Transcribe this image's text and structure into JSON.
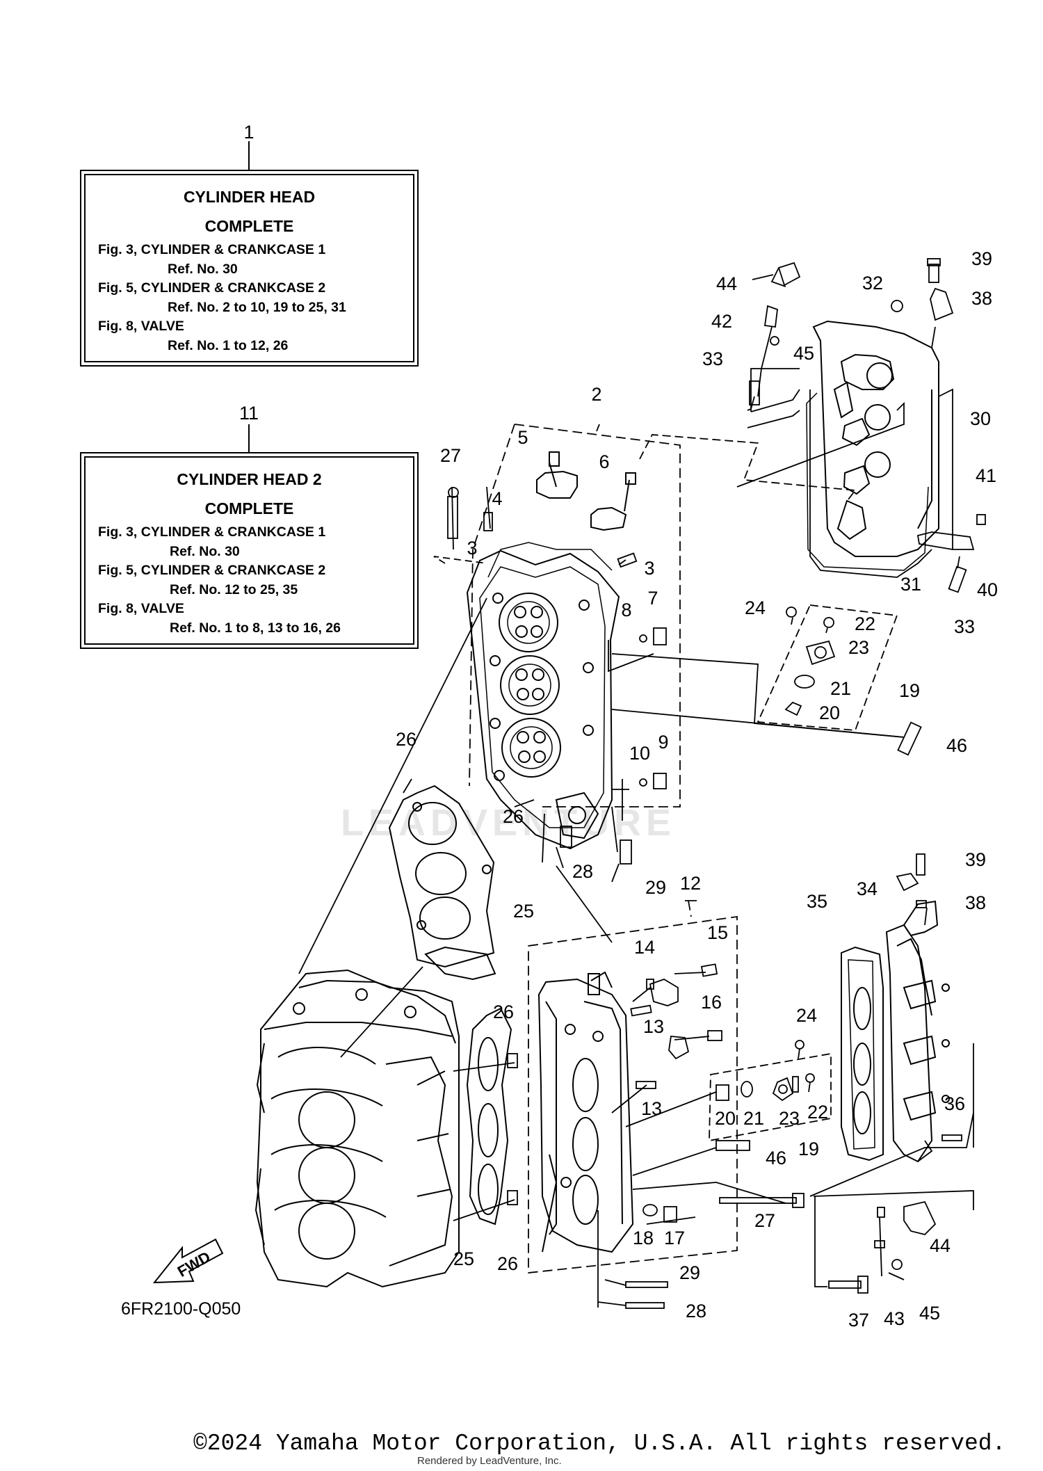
{
  "info_boxes": [
    {
      "ref": "1",
      "title_line1": "CYLINDER HEAD",
      "title_line2": "COMPLETE",
      "lines": [
        "Fig. 3, CYLINDER & CRANKCASE 1",
        "Ref. No. 30",
        "Fig. 5, CYLINDER & CRANKCASE 2",
        "Ref. No. 2 to 10, 19 to 25, 31",
        "Fig. 8, VALVE",
        "Ref. No. 1 to 12, 26"
      ]
    },
    {
      "ref": "11",
      "title_line1": "CYLINDER HEAD 2",
      "title_line2": "COMPLETE",
      "lines": [
        "Fig. 3, CYLINDER & CRANKCASE 1",
        "Ref. No. 30",
        "Fig. 5, CYLINDER & CRANKCASE 2",
        "Ref. No. 12 to 25, 35",
        "Fig. 8, VALVE",
        "Ref. No. 1 to 8, 13 to 16, 26"
      ]
    }
  ],
  "callouts": [
    "2",
    "3",
    "3",
    "4",
    "5",
    "6",
    "7",
    "8",
    "9",
    "10",
    "12",
    "13",
    "13",
    "14",
    "15",
    "16",
    "17",
    "18",
    "19",
    "19",
    "20",
    "20",
    "21",
    "21",
    "22",
    "22",
    "23",
    "23",
    "24",
    "24",
    "25",
    "25",
    "26",
    "26",
    "26",
    "26",
    "27",
    "27",
    "28",
    "28",
    "29",
    "29",
    "30",
    "31",
    "32",
    "33",
    "33",
    "34",
    "35",
    "36",
    "37",
    "38",
    "38",
    "39",
    "39",
    "40",
    "41",
    "42",
    "43",
    "44",
    "44",
    "45",
    "45",
    "46",
    "46"
  ],
  "fwd_label": "FWD",
  "drawing_code": "6FR2100-Q050",
  "watermark": "LEADVENTURE",
  "copyright": "©2024 Yamaha Motor Corporation, U.S.A. All rights reserved.",
  "rendered_by": "Rendered by LeadVenture, Inc."
}
